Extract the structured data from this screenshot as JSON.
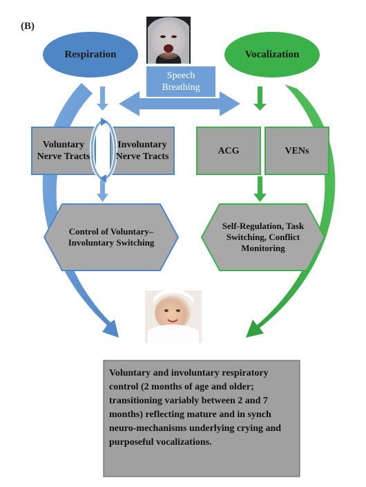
{
  "panel_label": "(B)",
  "respiration": {
    "label": "Respiration"
  },
  "vocalization": {
    "label": "Vocalization"
  },
  "speech_breathing": {
    "label": "Speech Breathing"
  },
  "left_boxes": {
    "voluntary": "Voluntary Nerve Tracts",
    "involuntary": "Involuntary Nerve Tracts"
  },
  "right_boxes": {
    "acg": "ACG",
    "vens": "VENs"
  },
  "left_hexagon": {
    "label": "Control of Voluntary–Involuntary Switching"
  },
  "right_hexagon": {
    "label": "Self-Regulation, Task Switching, Conflict Monitoring"
  },
  "summary_box": {
    "text": "Voluntary and involuntary respiratory control (2 months of age and older; transitioning variably between 2 and 7 months) reflecting mature and in synch neuro-mechanisms underlying crying and purposeful vocalizations."
  },
  "colors": {
    "blue": "#4f86c6",
    "blue_light": "#7aa9df",
    "green": "#3cb14a",
    "gray_box": "#a3a3a3"
  },
  "images": [
    "crying-baby-photo",
    "content-baby-photo"
  ]
}
